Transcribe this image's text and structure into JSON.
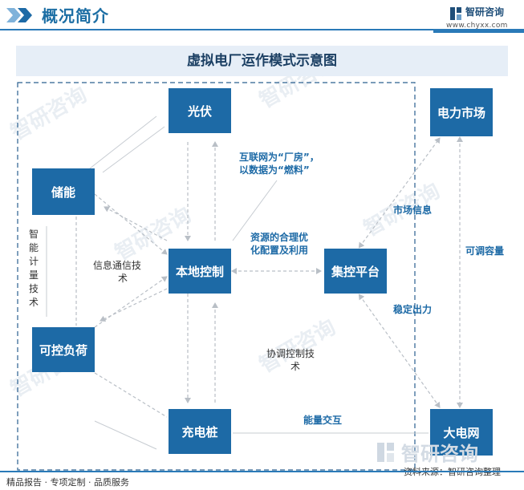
{
  "header": {
    "section_title": "概况简介",
    "brand_name": "智研咨询",
    "brand_url": "www.chyxx.com",
    "accent_color": "#1d6aa6"
  },
  "diagram": {
    "title": "虚拟电厂运作模式示意图",
    "nodes": {
      "pv": "光伏",
      "storage": "储能",
      "local_control": "本地控制",
      "controllable_load": "可控负荷",
      "charging_pile": "充电桩",
      "central_platform": "集控平台",
      "power_market": "电力市场",
      "grid": "大电网"
    },
    "labels": {
      "internet_line1": "互联网为“厂房”，",
      "internet_line2": "以数据为“燃料”",
      "resource_line1": "资源的合理优",
      "resource_line2": "化配置及利用",
      "comm_line1": "信息通信技",
      "comm_line2": "术",
      "metering": "智能计量技术",
      "coord_line1": "协调控制技",
      "coord_line2": "术",
      "energy_exchange": "能量交互",
      "market_info": "市场信息",
      "stable_output": "稳定出力",
      "adjustable_capacity": "可调容量"
    }
  },
  "footer": {
    "left_text": "精品报告 · 专项定制 · 品质服务",
    "source_text": "资料来源：智研咨询整理",
    "watermark_brand": "智研咨询"
  }
}
